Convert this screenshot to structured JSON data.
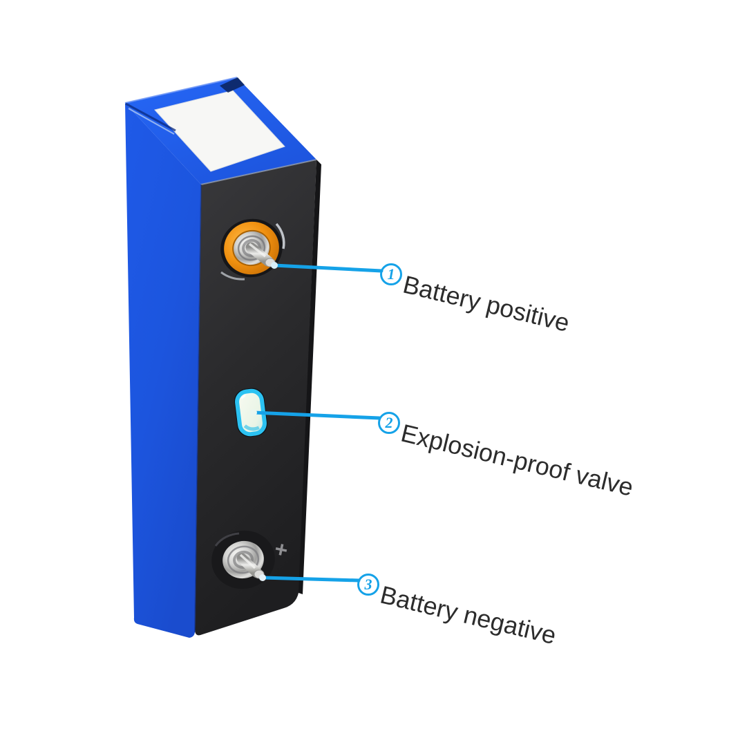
{
  "colors": {
    "accent": "#15a2e8",
    "text": "#2c2c2c",
    "background": "#ffffff",
    "battery_blue": "#1c55de",
    "battery_top_blue": "#2162ee",
    "front_face_black": "#2a2a2c",
    "top_label_white": "#f7f7f5",
    "positive_ring_orange": "#ee8c16",
    "valve_cyan": "#2cc2f2",
    "terminal_silver": "#d2d2d0"
  },
  "battery": {
    "plus_mark": "+"
  },
  "callouts": [
    {
      "number": "1",
      "label": "Battery positive"
    },
    {
      "number": "2",
      "label": "Explosion-proof valve"
    },
    {
      "number": "3",
      "label": "Battery negative"
    }
  ]
}
